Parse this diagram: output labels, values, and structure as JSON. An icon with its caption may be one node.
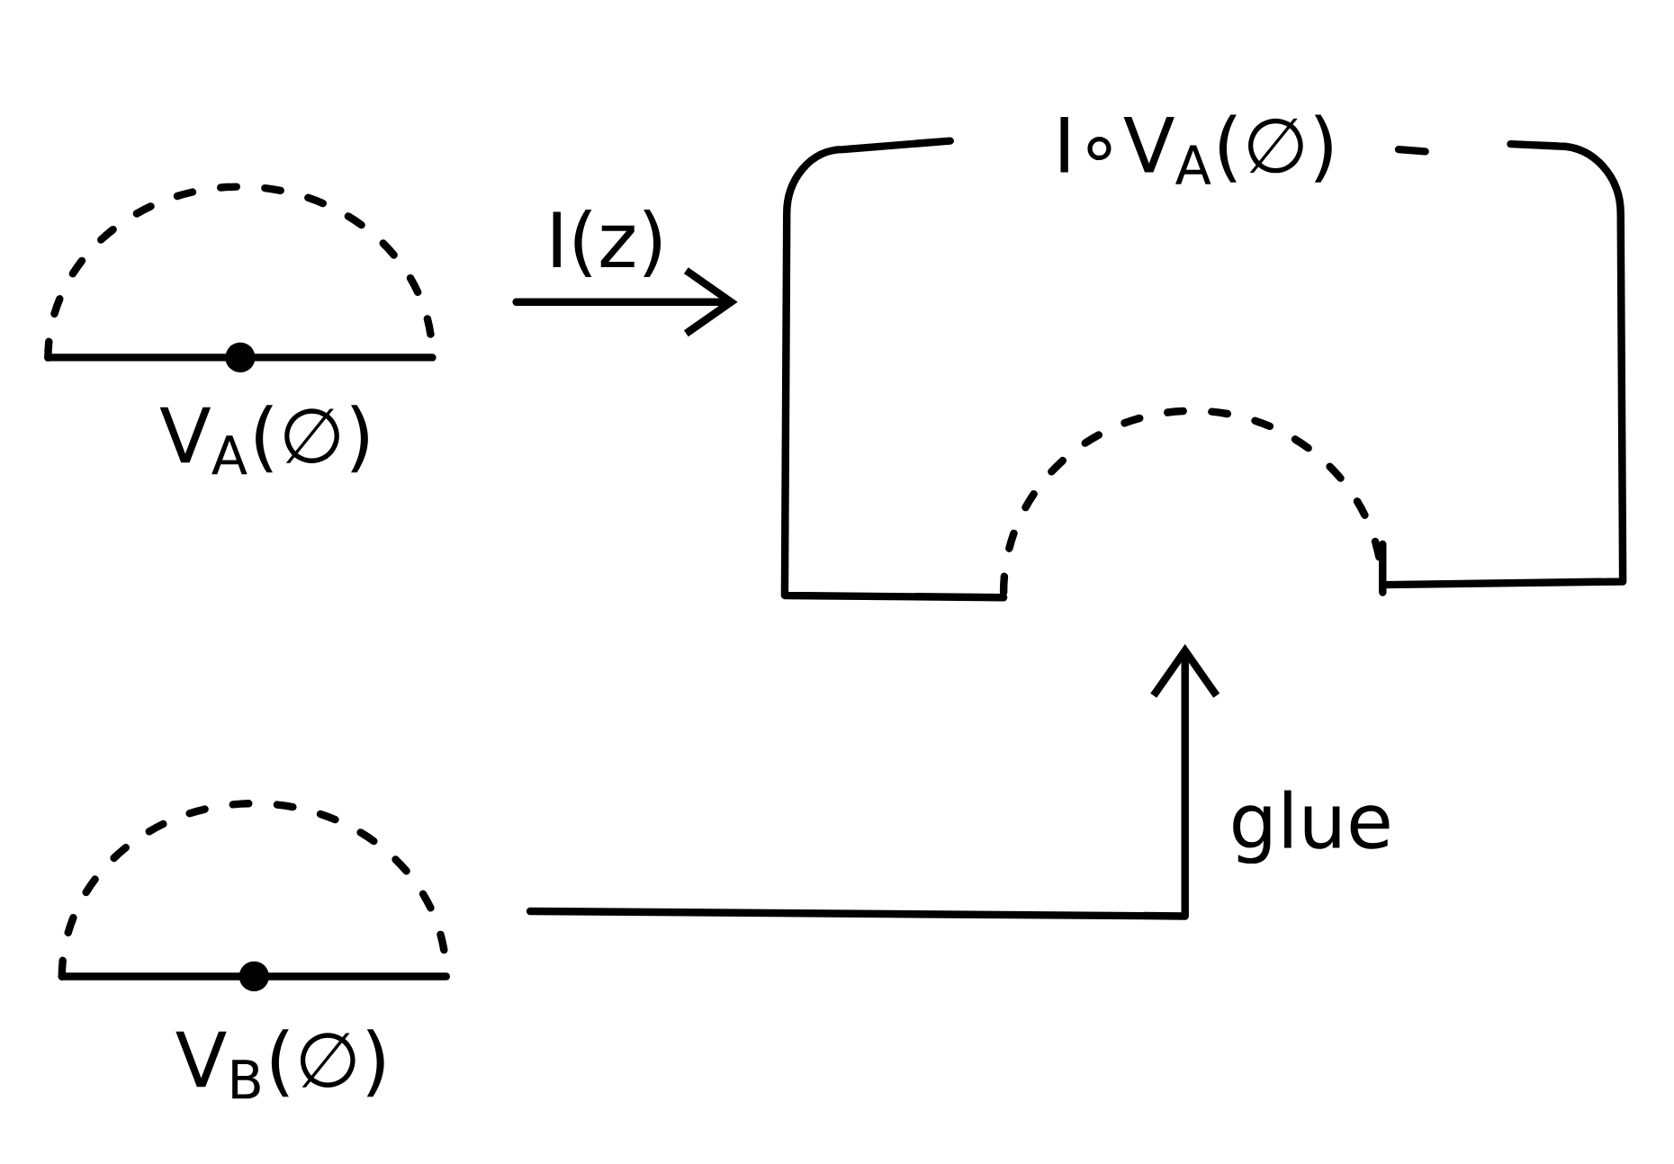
{
  "diagram": {
    "nodes": [
      {
        "text": [
          "V$_{A}$(∅)"
        ]
      },
      {
        "text": [
          "I∘V$_{A}$(∅)"
        ]
      },
      {
        "text": [
          "V$_{B}$(∅)"
        ]
      }
    ],
    "edges": [
      {
        "from": 0,
        "to": 1,
        "arrow": "to",
        "label": "I(z)"
      },
      {
        "from": 2,
        "to": 1,
        "arrow": "to",
        "label": "glue"
      }
    ]
  }
}
